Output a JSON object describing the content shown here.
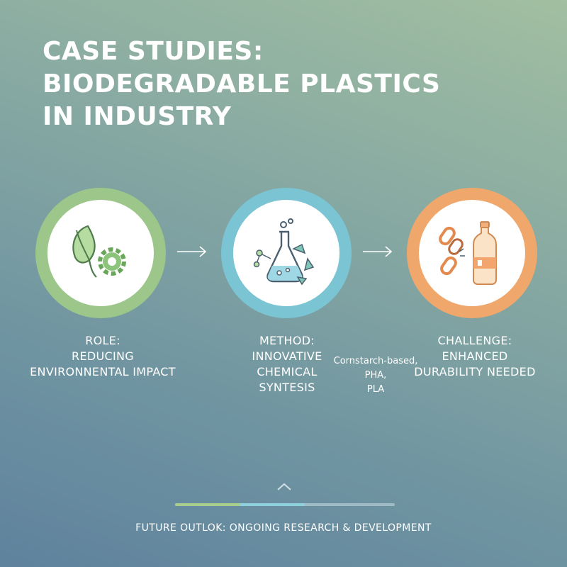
{
  "title": {
    "lines": [
      "CASE STUDIES:",
      "BIODEGRADABLE PLASTICS",
      "IN INDUSTRY"
    ]
  },
  "steps": [
    {
      "icon": "leaf-gear-icon",
      "ring_color": "#9cc68a",
      "label": [
        "ROLE:",
        "REDUCING",
        "ENVIRONNENTAL IMPACT"
      ]
    },
    {
      "icon": "flask-recycle-icon",
      "ring_color": "#7bc4d3",
      "label": [
        "METHOD:",
        "INNOVATIVE",
        "CHEMICAL",
        "SYNTESIS"
      ]
    },
    {
      "icon": "broken-chain-bottle-icon",
      "ring_color": "#f0a76b",
      "label": [
        "CHALLENGE:",
        "ENHANCED",
        "DURABILITY NEEDED"
      ]
    }
  ],
  "materials": [
    "Cornstarch-based,",
    "PHA,",
    "PLA"
  ],
  "progress": {
    "fraction": 0.59
  },
  "footer": "FUTURE OUTLOK: ONGOING RESEARCH & DEVELOPMENT"
}
